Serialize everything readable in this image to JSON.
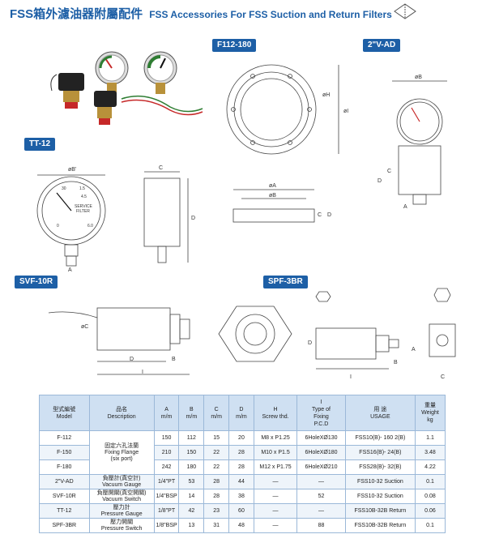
{
  "header": {
    "title_zh": "FSS箱外濾油器附屬配件",
    "title_en": "FSS Accessories For FSS Suction and Return Filters"
  },
  "sections": {
    "f112": "F112-180",
    "vad": "2\"V-AD",
    "tt12": "TT-12",
    "svf": "SVF-10R",
    "spf": "SPF-3BR"
  },
  "dimension_labels": {
    "phiA": "øA",
    "phiB": "øB",
    "phiH": "øH",
    "phiI": "øI",
    "C": "C",
    "D": "D",
    "A": "A",
    "B": "B",
    "I": "I",
    "phiB2": "øB",
    "phiC": "øC",
    "phiB3": "øB'"
  },
  "gauge_text": {
    "service": "SERVICE",
    "filter": "FILTER",
    "n30": "30",
    "n0": "0",
    "n15": "1.5",
    "n45": "4.5",
    "n6": "6.0"
  },
  "table": {
    "headers": [
      [
        "型式編號",
        "Model"
      ],
      [
        "品名",
        "Description"
      ],
      [
        "A",
        "m/m"
      ],
      [
        "B",
        "m/m"
      ],
      [
        "C",
        "m/m"
      ],
      [
        "D",
        "m/m"
      ],
      [
        "H",
        "Screw thd."
      ],
      [
        "I",
        "Type of",
        "Fixing",
        "P.C.D"
      ],
      [
        "用 途",
        "USAGE"
      ],
      [
        "重量",
        "Weight",
        "kg"
      ]
    ],
    "flange_desc": [
      "固定六孔法蘭",
      "Fixing Flange",
      "(six port)"
    ],
    "rows": [
      {
        "model": "F-112",
        "desc": [],
        "A": "150",
        "B": "112",
        "C": "15",
        "D": "20",
        "H": "M8 x P1.25",
        "I": "6HoleXØ130",
        "usage": "FSS10(B)- 160 2(B)",
        "weight": "1.1"
      },
      {
        "model": "F-150",
        "desc": [],
        "A": "210",
        "B": "150",
        "C": "22",
        "D": "28",
        "H": "M10 x P1.5",
        "I": "6HoleXØ180",
        "usage": "FSS16(B)- 24(B)",
        "weight": "3.48"
      },
      {
        "model": "F-180",
        "desc": [],
        "A": "242",
        "B": "180",
        "C": "22",
        "D": "28",
        "H": "M12 x P1.75",
        "I": "6HoleXØ210",
        "usage": "FSS28(B)- 32(B)",
        "weight": "4.22"
      },
      {
        "model": "2\"V-AD",
        "desc": [
          "負壓計(真空計)",
          "Vacuum Gauge"
        ],
        "A": "1/4\"PT",
        "B": "53",
        "C": "28",
        "D": "44",
        "H": "—",
        "I": "—",
        "usage": "FSS10-32 Suction",
        "weight": "0.1"
      },
      {
        "model": "SVF-10R",
        "desc": [
          "負壓開關(真空開關)",
          "Vacuum Switch"
        ],
        "A": "1/4\"BSP",
        "B": "14",
        "C": "28",
        "D": "38",
        "H": "—",
        "I": "52",
        "usage": "FSS10-32 Suction",
        "weight": "0.08"
      },
      {
        "model": "TT-12",
        "desc": [
          "壓力計",
          "Pressure Gauge"
        ],
        "A": "1/8\"PT",
        "B": "42",
        "C": "23",
        "D": "60",
        "H": "—",
        "I": "—",
        "usage": "FSS10B-32B Return",
        "weight": "0.06"
      },
      {
        "model": "SPF-3BR",
        "desc": [
          "壓力開關",
          "Pressure Switch"
        ],
        "A": "1/8\"BSP",
        "B": "13",
        "C": "31",
        "D": "48",
        "H": "—",
        "I": "88",
        "usage": "FSS10B-32B Return",
        "weight": "0.1"
      }
    ]
  }
}
